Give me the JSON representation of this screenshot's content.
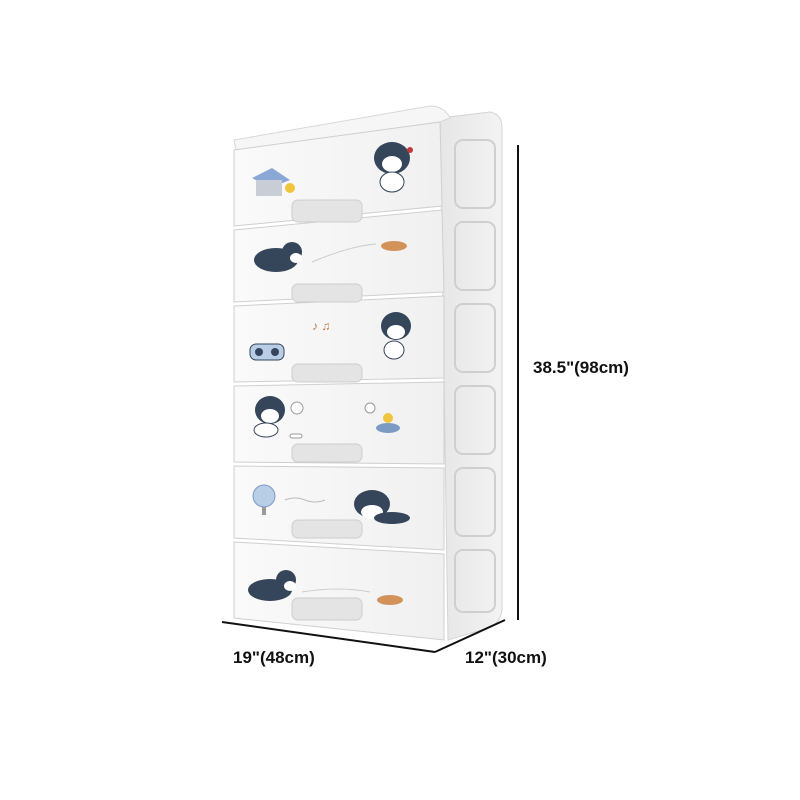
{
  "product": {
    "type": "drawer-cabinet",
    "color": "#f4f4f4",
    "drawer_count": 6,
    "drawers": [
      {
        "left_art": "dog-house-icon",
        "right_art": "sitting-husky-icon"
      },
      {
        "left_art": "running-husky-icon",
        "right_art": "frisbee-icon"
      },
      {
        "left_art": "radio-icon",
        "right_art": "dancing-husky-icon"
      },
      {
        "left_art": "husky-with-bone-icon",
        "right_art": "food-bowl-icon"
      },
      {
        "left_art": "fan-icon",
        "right_art": "sleeping-husky-icon"
      },
      {
        "left_art": "running-husky-icon",
        "right_art": "frisbee-icon"
      }
    ]
  },
  "dimensions": {
    "height": "38.5\"(98cm)",
    "width": "19\"(48cm)",
    "depth": "12\"(30cm)"
  },
  "colors": {
    "husky_dark": "#35455a",
    "frisbee": "#d2925a",
    "line": "#111111"
  }
}
